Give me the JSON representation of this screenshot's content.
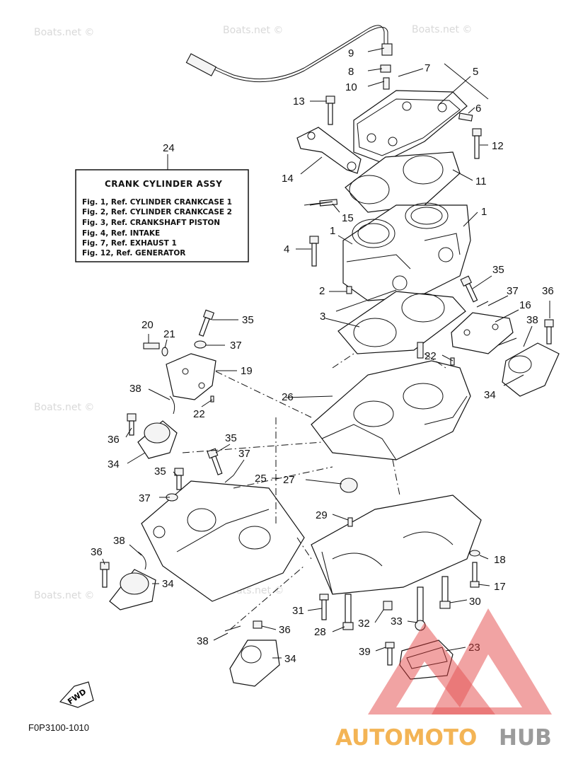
{
  "legend_box": {
    "title": "CRANK CYLINDER ASSY",
    "lines": [
      "Fig. 1, Ref. CYLINDER CRANKCASE 1",
      "Fig. 2, Ref. CYLINDER CRANKCASE 2",
      "Fig. 3, Ref. CRANKSHAFT PISTON",
      "Fig. 4, Ref. INTAKE",
      "Fig. 7, Ref. EXHAUST 1",
      "Fig. 12, Ref.  GENERATOR"
    ]
  },
  "watermark_text": "Boats.net ©",
  "figure_code": "F0P3100-1010",
  "fwd_label": "FWD",
  "brand": {
    "part1": "AUTOMOTO",
    "part2": "HUB",
    "color1": "#f2a838",
    "color2": "#8a8a8a",
    "triangle_color": "#e03b3b"
  },
  "callouts": {
    "c1": "1",
    "c1b": "1",
    "c2": "2",
    "c3": "3",
    "c4": "4",
    "c5": "5",
    "c6": "6",
    "c7": "7",
    "c8": "8",
    "c9": "9",
    "c10": "10",
    "c11": "11",
    "c12": "12",
    "c13": "13",
    "c14": "14",
    "c15": "15",
    "c16": "16",
    "c17": "17",
    "c18": "18",
    "c19": "19",
    "c20": "20",
    "c21": "21",
    "c22": "22",
    "c22b": "22",
    "c23": "23",
    "c24": "24",
    "c25": "25",
    "c26": "26",
    "c27": "27",
    "c28": "28",
    "c29": "29",
    "c30": "30",
    "c31": "31",
    "c32": "32",
    "c33": "33",
    "c34a": "34",
    "c34b": "34",
    "c34c": "34",
    "c34d": "34",
    "c35a": "35",
    "c35b": "35",
    "c35c": "35",
    "c35d": "35",
    "c36a": "36",
    "c36b": "36",
    "c36c": "36",
    "c36d": "36",
    "c37a": "37",
    "c37b": "37",
    "c37c": "37",
    "c37d": "37",
    "c38a": "38",
    "c38b": "38",
    "c38c": "38",
    "c38d": "38",
    "c39": "39"
  }
}
